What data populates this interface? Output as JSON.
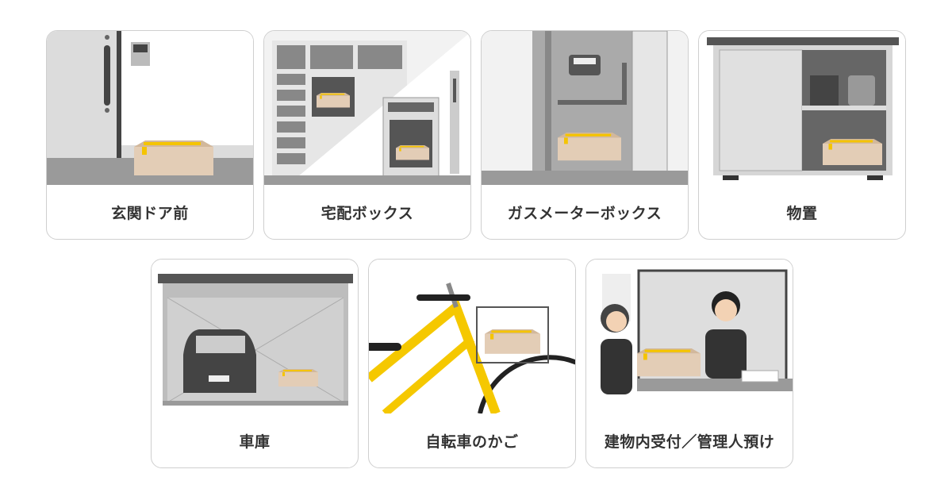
{
  "locations": [
    {
      "label": "玄関ドア前",
      "icon": "front-door-illustration"
    },
    {
      "label": "宅配ボックス",
      "icon": "delivery-box-illustration"
    },
    {
      "label": "ガスメーターボックス",
      "icon": "gas-meter-box-illustration"
    },
    {
      "label": "物置",
      "icon": "storage-shed-illustration"
    },
    {
      "label": "車庫",
      "icon": "garage-illustration"
    },
    {
      "label": "自転車のかご",
      "icon": "bicycle-basket-illustration"
    },
    {
      "label": "建物内受付／管理人預け",
      "icon": "reception-illustration"
    }
  ],
  "colors": {
    "parcel": "#e3cdb6",
    "tape": "#f5c400",
    "floor": "#9a9a9a",
    "wall": "#e0e0e0",
    "dark": "#4a4a4a",
    "bike": "#f5c800"
  }
}
